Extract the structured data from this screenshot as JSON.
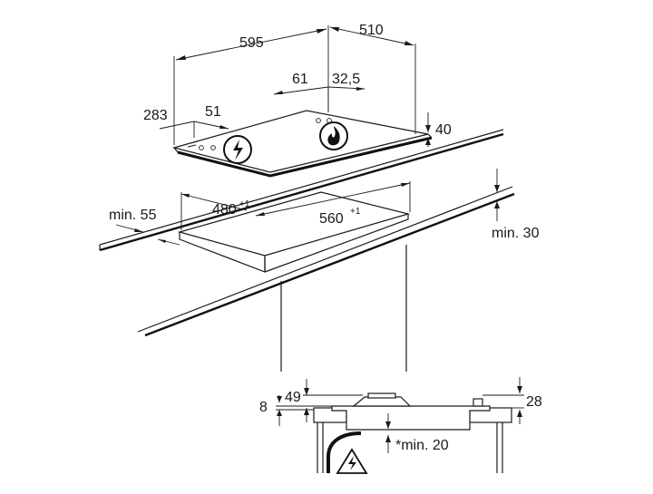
{
  "dimensions": {
    "width_top": "595",
    "depth_top": "510",
    "off_left": "283",
    "off_left_small": "51",
    "off_mid_a": "61",
    "off_mid_b": "32,5",
    "height_hob": "40",
    "cut_depth": "480",
    "cut_depth_sup": "+1",
    "cut_width": "560",
    "cut_width_sup": "+1",
    "min_edge": "min. 55",
    "min_wall": "min. 30",
    "sec_left_a": "8",
    "sec_left_b": "49",
    "sec_right": "28",
    "sec_clear": "*min. 20"
  },
  "icons": {
    "electric": "electric-warning-icon",
    "gas": "gas-flame-icon",
    "cable_warning": "electric-warning-triangle-icon"
  }
}
